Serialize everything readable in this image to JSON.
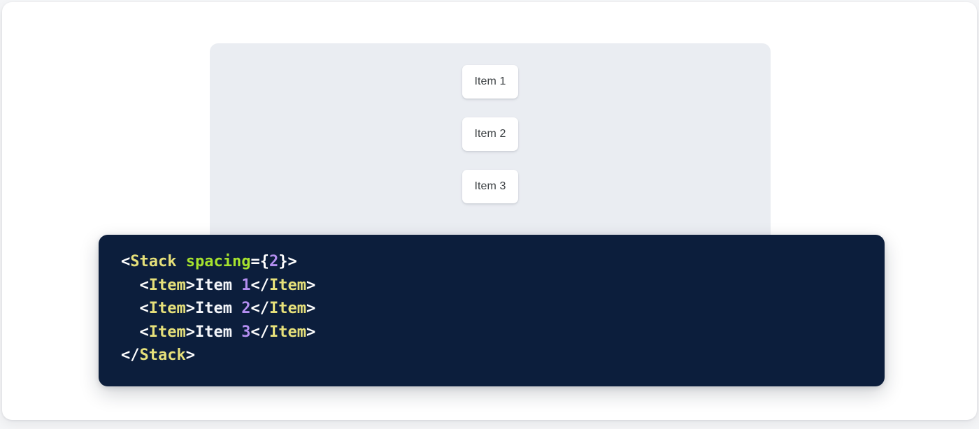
{
  "preview": {
    "surface_color": "#eaedf2",
    "stack": {
      "name": "Stack",
      "spacing": 2,
      "items": [
        {
          "label": "Item 1"
        },
        {
          "label": "Item 2"
        },
        {
          "label": "Item 3"
        }
      ]
    }
  },
  "code_panel": {
    "background_color": "#0c1e3c",
    "language": "jsx",
    "colors": {
      "punctuation": "#ffffff",
      "tag": "#e6e07a",
      "attribute": "#a6e22e",
      "number": "#b48ef0",
      "text": "#f4f6fa"
    },
    "lines": [
      {
        "tokens": [
          {
            "t": "<",
            "k": "punct"
          },
          {
            "t": "Stack",
            "k": "tag"
          },
          {
            "t": " ",
            "k": "punct"
          },
          {
            "t": "spacing",
            "k": "attr"
          },
          {
            "t": "={",
            "k": "punct"
          },
          {
            "t": "2",
            "k": "num"
          },
          {
            "t": "}>",
            "k": "punct"
          }
        ]
      },
      {
        "tokens": [
          {
            "t": "  <",
            "k": "punct"
          },
          {
            "t": "Item",
            "k": "tag"
          },
          {
            "t": ">",
            "k": "punct"
          },
          {
            "t": "Item ",
            "k": "text"
          },
          {
            "t": "1",
            "k": "num"
          },
          {
            "t": "</",
            "k": "punct"
          },
          {
            "t": "Item",
            "k": "tag"
          },
          {
            "t": ">",
            "k": "punct"
          }
        ]
      },
      {
        "tokens": [
          {
            "t": "  <",
            "k": "punct"
          },
          {
            "t": "Item",
            "k": "tag"
          },
          {
            "t": ">",
            "k": "punct"
          },
          {
            "t": "Item ",
            "k": "text"
          },
          {
            "t": "2",
            "k": "num"
          },
          {
            "t": "</",
            "k": "punct"
          },
          {
            "t": "Item",
            "k": "tag"
          },
          {
            "t": ">",
            "k": "punct"
          }
        ]
      },
      {
        "tokens": [
          {
            "t": "  <",
            "k": "punct"
          },
          {
            "t": "Item",
            "k": "tag"
          },
          {
            "t": ">",
            "k": "punct"
          },
          {
            "t": "Item ",
            "k": "text"
          },
          {
            "t": "3",
            "k": "num"
          },
          {
            "t": "</",
            "k": "punct"
          },
          {
            "t": "Item",
            "k": "tag"
          },
          {
            "t": ">",
            "k": "punct"
          }
        ]
      },
      {
        "tokens": [
          {
            "t": "</",
            "k": "punct"
          },
          {
            "t": "Stack",
            "k": "tag"
          },
          {
            "t": ">",
            "k": "punct"
          }
        ]
      }
    ]
  }
}
